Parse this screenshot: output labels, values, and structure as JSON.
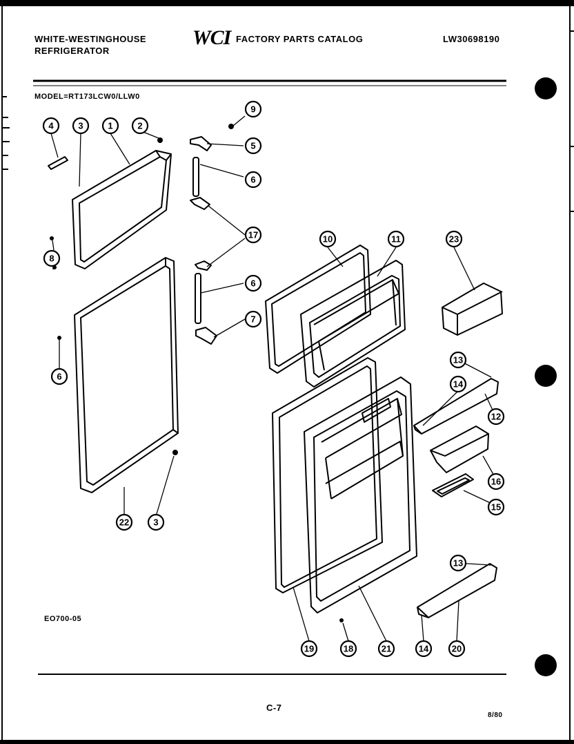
{
  "header": {
    "brand_line1": "WHITE-WESTINGHOUSE",
    "brand_line2": "REFRIGERATOR",
    "logo_text": "WCI",
    "catalog_title": "FACTORY PARTS CATALOG",
    "catalog_number": "LW30698190",
    "model": "MODEL=RT173LCW0/LLW0"
  },
  "diagram_code": "EO700-05",
  "footer": {
    "page": "C-7",
    "date": "8/80"
  },
  "callouts": {
    "c1": "1",
    "c2": "2",
    "c3a": "3",
    "c3b": "3",
    "c4": "4",
    "c5": "5",
    "c6a": "6",
    "c6b": "6",
    "c6c": "6",
    "c7": "7",
    "c8": "8",
    "c9": "9",
    "c10": "10",
    "c11": "11",
    "c12": "12",
    "c13a": "13",
    "c13b": "13",
    "c14a": "14",
    "c14b": "14",
    "c15": "15",
    "c16": "16",
    "c17": "17",
    "c18": "18",
    "c19": "19",
    "c20": "20",
    "c21": "21",
    "c22": "22",
    "c23": "23"
  }
}
